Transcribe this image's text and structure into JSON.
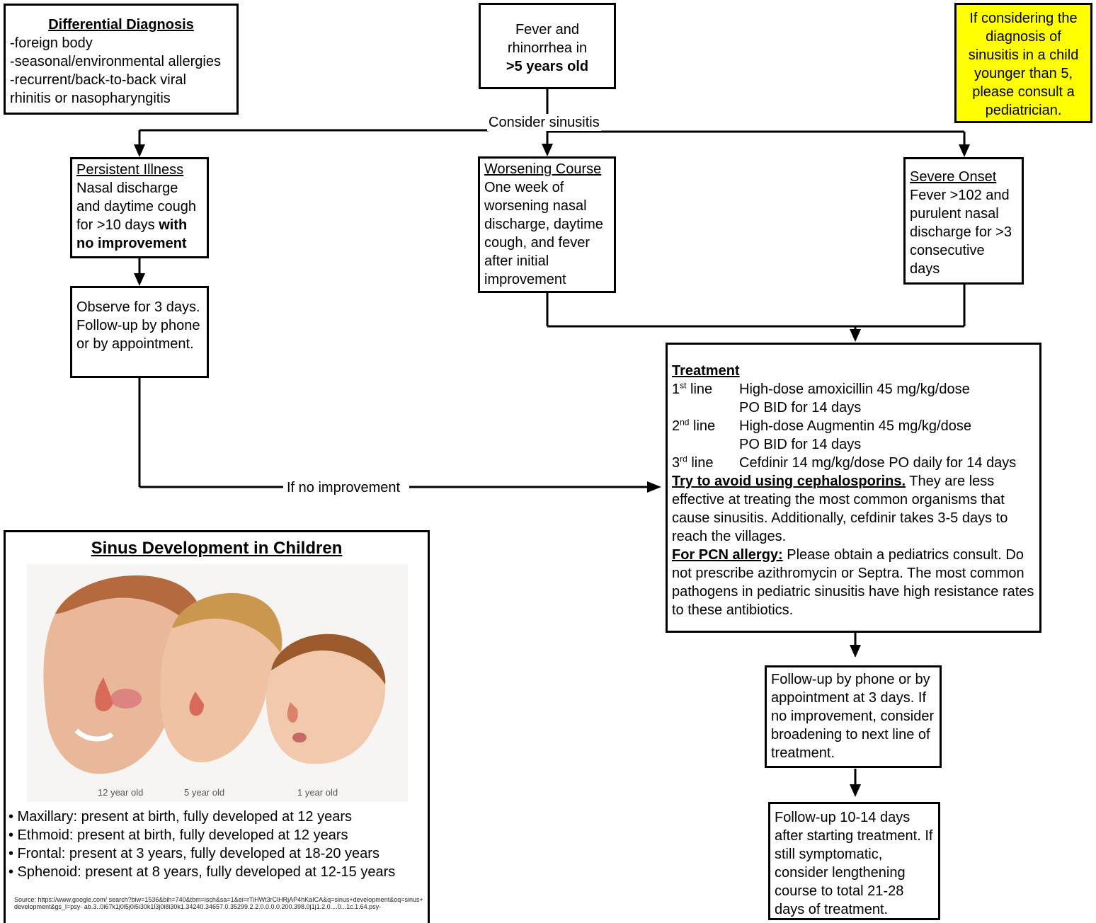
{
  "colors": {
    "warning_bg": "#ffff00",
    "line": "#000000"
  },
  "differential": {
    "title": "Differential Diagnosis",
    "items": [
      "-foreign body",
      "-seasonal/environmental allergies",
      "-recurrent/back-to-back viral",
      "rhinitis or nasopharyngitis"
    ]
  },
  "start": {
    "line1": "Fever and",
    "line2": "rhinorrhea in",
    "line3": ">5 years old"
  },
  "warning": {
    "text": "If considering the diagnosis of sinusitis in a child younger than 5, please consult a pediatrician."
  },
  "edges": {
    "consider": "Consider sinusitis",
    "no_improvement": "If no improvement"
  },
  "persistent": {
    "title": "Persistent Illness",
    "text": "Nasal discharge and daytime cough for >10 days ",
    "bold": "with no improvement"
  },
  "worsening": {
    "title": "Worsening Course",
    "text": "One week of worsening nasal discharge, daytime cough, and fever after initial improvement"
  },
  "severe": {
    "title": "Severe Onset",
    "text": "Fever >102 and purulent nasal discharge for >3 consecutive days"
  },
  "observe": {
    "text": "Observe for 3 days. Follow-up by phone or by appointment."
  },
  "treatment": {
    "title": "Treatment",
    "lines": [
      {
        "num": "1",
        "sup": "st",
        "suffix": " line",
        "drug": "High-dose amoxicillin 45 mg/kg/dose",
        "drug2": "PO BID for 14 days"
      },
      {
        "num": "2",
        "sup": "nd",
        "suffix": " line",
        "drug": "High-dose Augmentin 45 mg/kg/dose",
        "drug2": "PO BID for 14 days"
      },
      {
        "num": "3",
        "sup": "rd",
        "suffix": " line",
        "drug": "Cefdinir 14 mg/kg/dose PO daily for 14 days",
        "drug2": ""
      }
    ],
    "avoid_bold": "Try to avoid using cephalosporins.",
    "avoid_text": " They are less effective at treating the most common organisms that cause sinusitis. Additionally, cefdinir takes 3-5 days to reach the villages.",
    "pcn_bold": "For PCN allergy:",
    "pcn_text": " Please obtain a pediatrics consult. Do not prescribe azithromycin or Septra. The most common pathogens in pediatric sinusitis have high resistance rates to these antibiotics."
  },
  "followup1": {
    "text": "Follow-up by phone or by appointment at 3 days. If no improvement, consider broadening to next line of treatment."
  },
  "followup2": {
    "text": "Follow-up 10-14 days after starting treatment. If still symptomatic, consider lengthening course to total 21-28 days of treatment."
  },
  "sinus": {
    "title": "Sinus Development in Children",
    "captions": [
      "12 year old",
      "5 year old",
      "1 year old"
    ],
    "facts": [
      "• Maxillary: present at birth, fully developed at 12 years",
      "• Ethmoid: present at birth, fully developed at 12 years",
      "• Frontal: present at 3 years, fully developed at 18-20 years",
      "• Sphenoid: present at 8 years, fully developed at 12-15 years"
    ],
    "source": "Source: https://www.google.com/ search?biw=1536&bih=740&tbm=isch&sa=1&ei=rTiHWt3rClHRjAP4hKaICA&q=sinus+development&oq=sinus+development&gs_l=psy- ab.3..0i67k1j0l5j0i5i30k1l3j0i8i30k1.34240.34657.0.35299.2.2.0.0.0.0.200.398.0j1j1.2.0....0...1c.1.64.psy-"
  }
}
